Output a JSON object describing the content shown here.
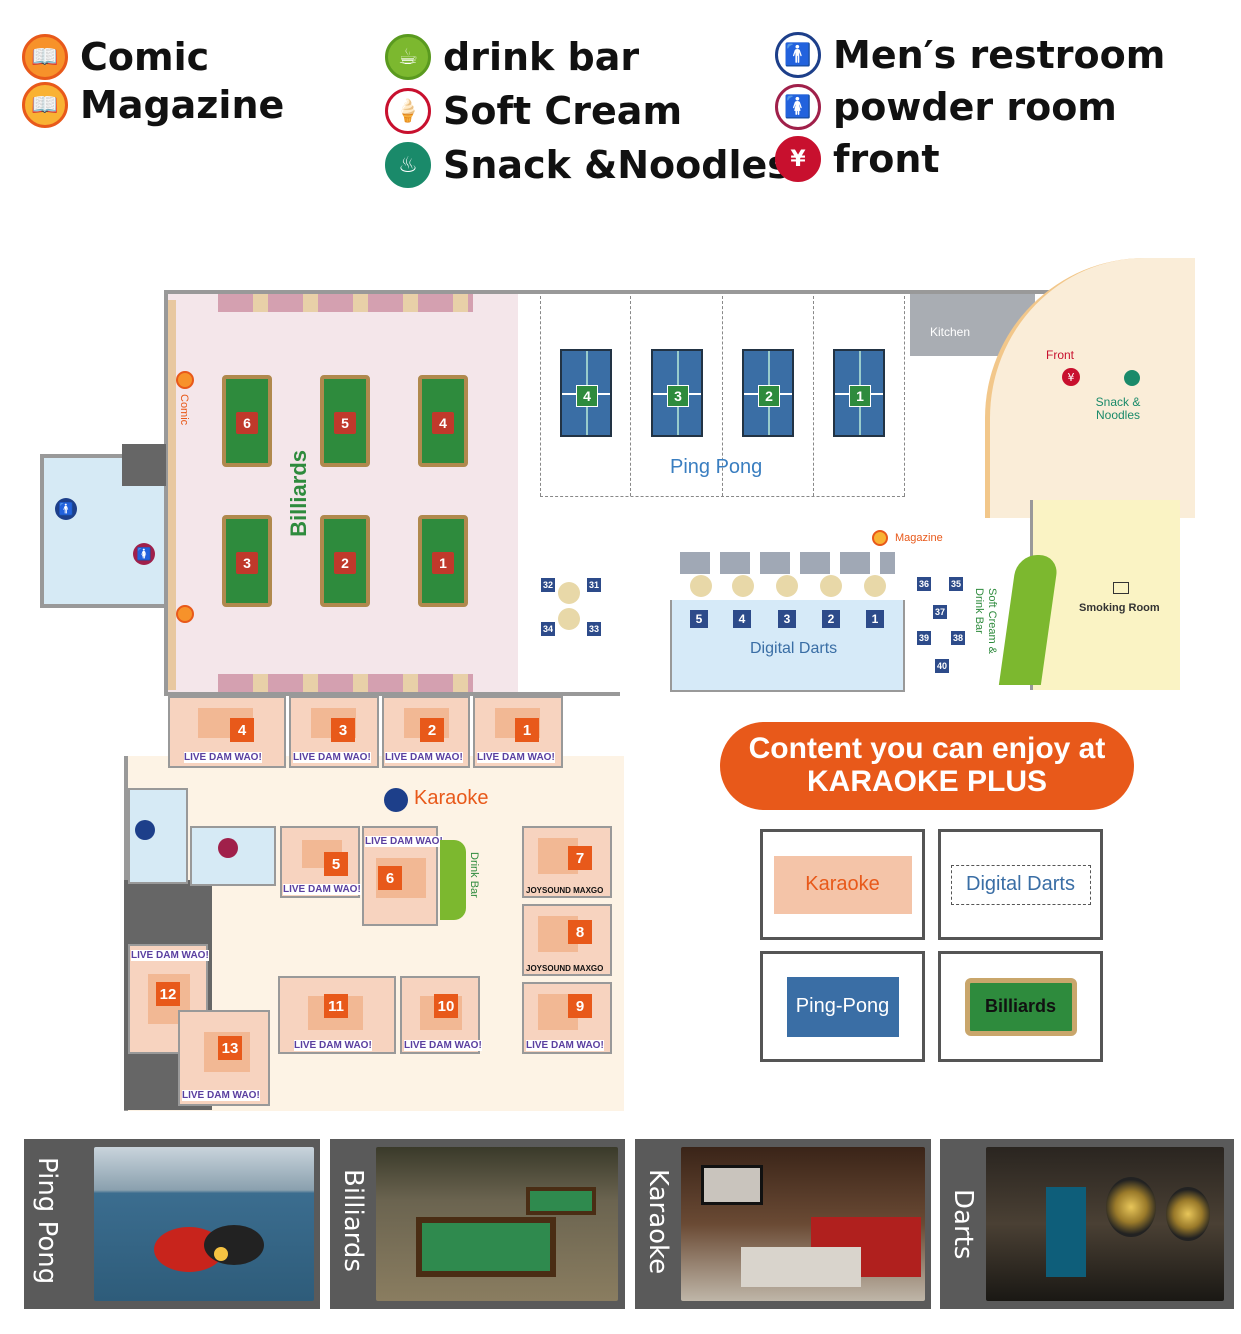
{
  "legend": {
    "comic": "Comic",
    "magazine": "Magazine",
    "drink_bar": "drink bar",
    "soft_cream": "Soft Cream",
    "snack_noodles": "Snack &Noodles",
    "mens_restroom": "Men′s restroom",
    "powder_room": "powder room",
    "front": "front",
    "yen": "¥"
  },
  "floor": {
    "billiards": "Billiards",
    "billiards_tables": [
      "6",
      "5",
      "4",
      "3",
      "2",
      "1"
    ],
    "comic": "Comic",
    "ping_pong": "Ping Pong",
    "pp_tables": [
      "4",
      "3",
      "2",
      "1"
    ],
    "kitchen": "Kitchen",
    "front": "Front",
    "snack_noodles": "Snack & Noodles",
    "magazine": "Magazine",
    "smoking_room": "Smoking Room",
    "soft_cream_drink": "Soft Cream & Drink Bar",
    "digital_darts": "Digital Darts",
    "dart_nums": [
      "5",
      "4",
      "3",
      "2",
      "1"
    ],
    "seats_left": [
      "32",
      "31",
      "34",
      "33"
    ],
    "seats_right": [
      "36",
      "35",
      "37",
      "39",
      "38",
      "40"
    ],
    "karaoke": "Karaoke",
    "drink_bar": "Drink Bar",
    "live_dam": "LIVE DAM WAO!",
    "joysound": "JOYSOUND MAXGO",
    "rooms": [
      "4",
      "3",
      "2",
      "1",
      "5",
      "6",
      "7",
      "8",
      "12",
      "11",
      "10",
      "9",
      "13"
    ]
  },
  "content": {
    "title_line1": "Content you can enjoy at",
    "title_line2": "KARAOKE PLUS",
    "karaoke": "Karaoke",
    "digital_darts": "Digital Darts",
    "ping_pong": "Ping-Pong",
    "billiards": "Billiards"
  },
  "photos": {
    "ping_pong": "Ping Pong",
    "billiards": "Billiards",
    "karaoke": "Karaoke",
    "darts": "Darts"
  },
  "colors": {
    "orange": "#e8591a",
    "green_icon": "#7cb82f",
    "red_icon": "#c8102e",
    "teal_icon": "#1a8a6a",
    "blue_icon": "#1d3f8a",
    "magenta_icon": "#a0204a"
  }
}
